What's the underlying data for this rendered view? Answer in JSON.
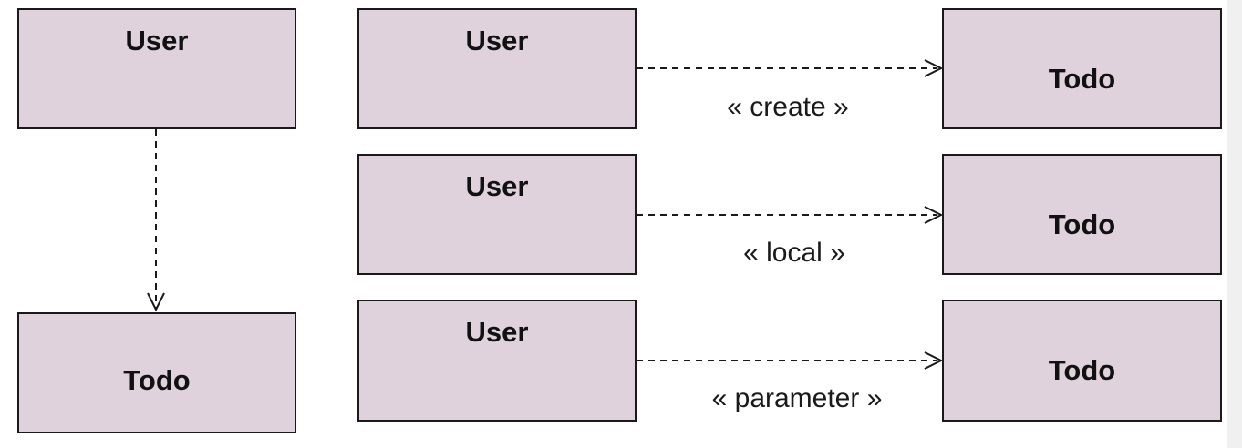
{
  "colors": {
    "box_fill": "#e0d2dc",
    "box_border": "#1a1a1a",
    "text": "#111111"
  },
  "left_example": {
    "source": {
      "label": "User"
    },
    "target": {
      "label": "Todo"
    },
    "arrow": "dashed dependency, open arrowhead, pointing down"
  },
  "rows": [
    {
      "source": {
        "label": "User"
      },
      "target": {
        "label": "Todo"
      },
      "stereotype": "« create »"
    },
    {
      "source": {
        "label": "User"
      },
      "target": {
        "label": "Todo"
      },
      "stereotype": "« local »"
    },
    {
      "source": {
        "label": "User"
      },
      "target": {
        "label": "Todo"
      },
      "stereotype": "« parameter »"
    }
  ]
}
